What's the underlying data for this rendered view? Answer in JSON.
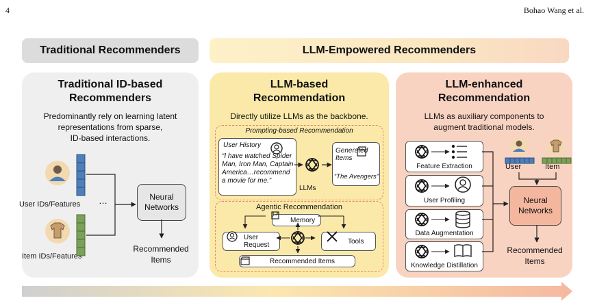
{
  "page": {
    "number": "4",
    "author": "Bohao Wang et al."
  },
  "headers": {
    "traditional": "Traditional Recommenders",
    "llm": "LLM-Empowered Recommenders"
  },
  "traditional": {
    "title_line1": "Traditional ID-based",
    "title_line2": "Recommenders",
    "desc": [
      "Predominantly rely on learning latent",
      "representations from sparse,",
      "ID-based interactions."
    ],
    "user_label": "User IDs/Features",
    "item_label": "Item IDs/Features",
    "ellipsis": "…",
    "nn": [
      "Neural",
      "Networks"
    ],
    "output": [
      "Recommended",
      "Items"
    ]
  },
  "llm_based": {
    "title_line1": "LLM-based",
    "title_line2": "Recommendation",
    "desc": "Directly utilize LLMs as the backbone.",
    "prompting": {
      "title": "Prompting-based Recommendation",
      "user_history": "User History",
      "quote": [
        "“I have watched Spider",
        "Man, Iron Man, Captain",
        "America…recommend",
        "a movie for me.”"
      ],
      "llms": "LLMs",
      "generated": [
        "Generated",
        "Items"
      ],
      "answer": "“The Avengers”"
    },
    "agentic": {
      "title": "Agentic Recommendation",
      "memory": "Memory",
      "user_request": [
        "User",
        "Request"
      ],
      "tools": "Tools",
      "recommended": "Recommended Items"
    }
  },
  "llm_enhanced": {
    "title_line1": "LLM-enhanced",
    "title_line2": "Recommendation",
    "desc": [
      "LLMs as auxiliary components to",
      "augment traditional models."
    ],
    "modules": [
      "Feature Extraction",
      "User Profiling",
      "Data Augmentation",
      "Knowledge Distillation"
    ],
    "user": "User",
    "item": "Item",
    "nn": [
      "Neural",
      "Networks"
    ],
    "output": [
      "Recommended",
      "Items"
    ]
  },
  "colors": {
    "trad_panel": "#efefef",
    "llm_based_panel": "#fbe9a9",
    "llm_enh_panel": "#f9d3c2",
    "nn_enhanced": "#f4b79e",
    "embedding_blue": "#4f7fb8",
    "embedding_green": "#7aa05a"
  }
}
